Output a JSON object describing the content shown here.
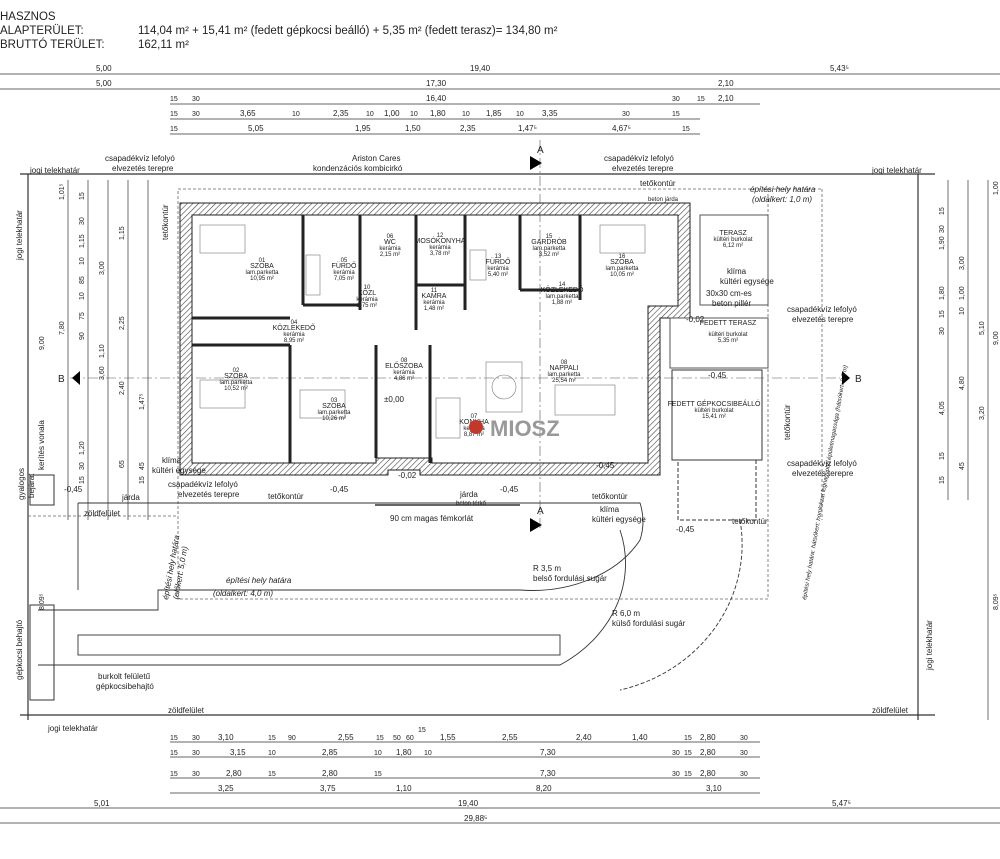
{
  "header": {
    "net_label": "HASZNOS ALAPTERÜLET:",
    "net_value": "114,04 m² + 15,41 m² (fedett gépkocsi beálló) + 5,35 m² (fedett terasz)= 134,80 m²",
    "gross_label": "BRUTTÓ TERÜLET:",
    "gross_value": "162,11 m²"
  },
  "dims_top": {
    "row1": [
      "5,00",
      "19,40",
      "5,43⁵"
    ],
    "row2": [
      "5,00",
      "17,30",
      "2,10"
    ],
    "row3": [
      "15",
      "30",
      "16,40",
      "30",
      "15",
      "2,10"
    ],
    "row4": [
      "15",
      "30",
      "3,65",
      "10",
      "2,35",
      "10",
      "1,00",
      "10",
      "1,80",
      "10",
      "1,85",
      "10",
      "3,35",
      "30",
      "15"
    ],
    "row5": [
      "15",
      "5,05",
      "1,95",
      "1,50",
      "2,35",
      "1,47⁵",
      "4,67⁵",
      "15"
    ]
  },
  "dims_bottom": {
    "row1": [
      "15",
      "30",
      "3,10",
      "15",
      "90",
      "2,55",
      "15",
      "50",
      "60",
      "15",
      "1,55",
      "2,55",
      "2,40",
      "1,40",
      "15",
      "2,80",
      "30"
    ],
    "row2": [
      "15",
      "30",
      "3,15",
      "10",
      "2,85",
      "10",
      "1,80",
      "10",
      "7,30",
      "30",
      "15",
      "2,80",
      "30"
    ],
    "row3": [
      "15",
      "30",
      "2,80",
      "15",
      "2,80",
      "15",
      "7,30",
      "30",
      "15",
      "2,80",
      "30"
    ],
    "row4": [
      "3,25",
      "3,75",
      "1,10",
      "8,20",
      "3,10"
    ],
    "row5": [
      "5,01",
      "19,40",
      "5,47⁵"
    ],
    "row6": [
      "29,88⁵"
    ]
  },
  "dims_left": [
    "1,01⁵",
    "15",
    "30",
    "1,15",
    "10",
    "85",
    "10",
    "75",
    "90",
    "2,25",
    "3,00",
    "7,80",
    "9,00",
    "3,60",
    "2,40",
    "1,20",
    "30",
    "15",
    "1,47⁵",
    "1,15",
    "65",
    "1,10",
    "45",
    "15",
    "8,09⁵"
  ],
  "dims_right": [
    "1,00",
    "15",
    "30",
    "1,90",
    "3,00",
    "1,80",
    "15",
    "30",
    "1,00",
    "10",
    "5,10",
    "9,00",
    "4,80",
    "4,05",
    "3,20",
    "15",
    "45",
    "15",
    "8,09⁵"
  ],
  "rooms": [
    {
      "num": "01",
      "name": "SZOBA",
      "finish": "lam.parketta",
      "area": "10,95 m²"
    },
    {
      "num": "05",
      "name": "FÜRDŐ",
      "finish": "kerámia",
      "area": "7,05 m²"
    },
    {
      "num": "06",
      "name": "WC",
      "finish": "kerámia",
      "area": "2,15 m²"
    },
    {
      "num": "12",
      "name": "MOSÓKONYHA",
      "finish": "kerámia",
      "area": "3,78 m²"
    },
    {
      "num": "13",
      "name": "FÜRDŐ",
      "finish": "kerámia",
      "area": "5,40 m²"
    },
    {
      "num": "15",
      "name": "GARDRÓB",
      "finish": "lam.parketta",
      "area": "3,52 m²"
    },
    {
      "num": "16",
      "name": "SZOBA",
      "finish": "lam.parketta",
      "area": "10,05 m²"
    },
    {
      "num": "",
      "name": "TERASZ",
      "finish": "kültéri burkolat",
      "area": "6,12 m²"
    },
    {
      "num": "10",
      "name": "KÖZL",
      "finish": "kerámia",
      "area": "1,75 m²"
    },
    {
      "num": "11",
      "name": "KAMRA",
      "finish": "kerámia",
      "area": "1,48 m²"
    },
    {
      "num": "14",
      "name": "KÖZLEKEDŐ",
      "finish": "lam.parketta",
      "area": "1,88 m²"
    },
    {
      "num": "04",
      "name": "KÖZLEKEDŐ",
      "finish": "kerámia",
      "area": "8,95 m²"
    },
    {
      "num": "",
      "name": "FEDETT TERASZ",
      "finish": "kültéri burkolat",
      "area": "5,35 m²"
    },
    {
      "num": "02",
      "name": "SZOBA",
      "finish": "lam.parketta",
      "area": "10,52 m²"
    },
    {
      "num": "03",
      "name": "SZOBA",
      "finish": "lam.parketta",
      "area": "10,26 m²"
    },
    {
      "num": "08",
      "name": "ELŐSZOBA",
      "finish": "kerámia",
      "area": "4,86 m²"
    },
    {
      "num": "08",
      "name": "NAPPALI",
      "finish": "lam.parketta",
      "area": "25,54 m²"
    },
    {
      "num": "07",
      "name": "KONYHA",
      "finish": "kerámia",
      "area": "8,87 m²"
    },
    {
      "num": "",
      "name": "FEDETT GÉPKOCSIBEÁLLÓ",
      "finish": "kültéri burkolat",
      "area": "15,41 m²"
    }
  ],
  "annotations": {
    "rain_drain": "csapadékvíz lefolyó",
    "drain_to_terrain": "elvezetés terepre",
    "boiler1": "Ariston Cares",
    "boiler2": "kondenzációs kombicirkó",
    "plot_line": "jogi telekhatár",
    "terrain_contour": "tetőkontúr",
    "build_limit": "építési hely határa",
    "side_garden": "(oldalkert: 1,0 m)",
    "concrete_eave": "beton járda",
    "climate": "klíma",
    "climate_unit": "kültéri egysége",
    "pillar1": "30x30 cm-es",
    "pillar2": "beton pillér",
    "sidewalk": "járda",
    "sidewalk_concrete": "beton térkő",
    "green": "zöldfelület",
    "railing": "90 cm magas fémkorlát",
    "front_garden": "(előkert: 5,0 m)",
    "side_garden2": "(oldalkert: 4,0 m)",
    "inner_radius": "R 3,5 m",
    "inner_radius_txt": "belső fordulási sugár",
    "outer_radius": "R 6,0 m",
    "outer_radius_txt": "külső fordulási sugár",
    "drive_paved1": "burkolt felületű",
    "drive_paved2": "gépkocsibehajtó",
    "ped_entry1": "gyalogos",
    "ped_entry2": "bejárat",
    "car_entry": "gépkocsi behajtó",
    "fence_line": "kerítés vonala",
    "back_garden": "építési hely határa: hátsókert: homlokzat legnagyobb épületmagassága (hátsókert: 3,5 m)",
    "level_neg045": "-0,45",
    "level_neg002": "-0,02",
    "level_zero": "±0,00",
    "section_a": "A",
    "section_b": "B",
    "logo": "MIOSZ"
  }
}
